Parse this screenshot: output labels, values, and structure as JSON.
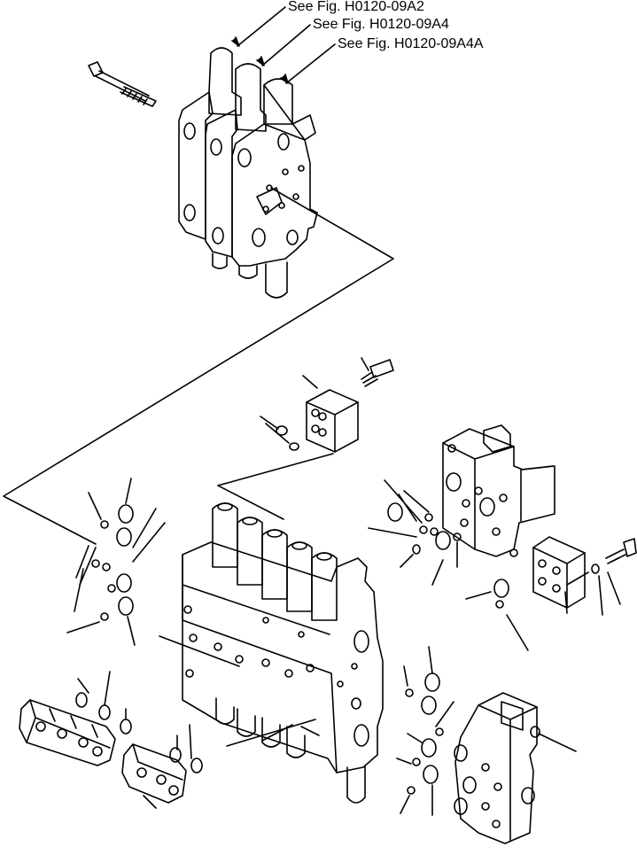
{
  "figure_refs": [
    {
      "text": "See Fig. H0120-09A2"
    },
    {
      "text": "See Fig. H0120-09A4"
    },
    {
      "text": "See Fig. H0120-09A4A"
    }
  ],
  "colors": {
    "ink": "#000000",
    "paper": "#ffffff"
  }
}
